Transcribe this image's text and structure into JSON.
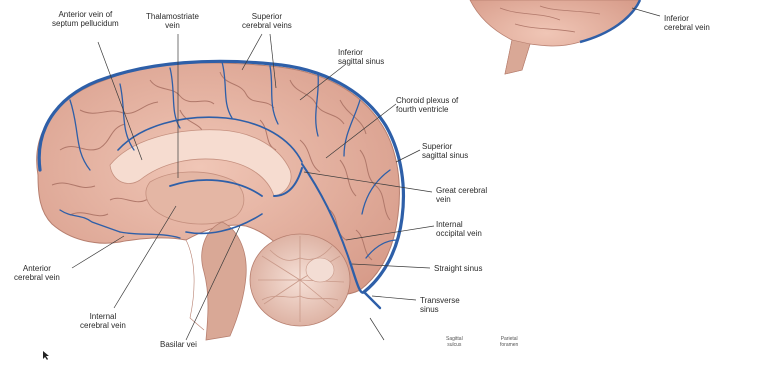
{
  "labels": {
    "anterior_vein_septum": "Anterior vein of\nseptum pellucidum",
    "thalamostriate_vein": "Thalamostriate\nvein",
    "superior_cerebral_veins": "Superior\ncerebral veins",
    "inferior_sagittal_sinus": "Inferior\nsagittal sinus",
    "choroid_plexus": "Choroid plexus of\nfourth ventricle",
    "superior_sagittal_sinus": "Superior\nsagittal sinus",
    "great_cerebral_vein": "Great cerebral\nvein",
    "internal_occipital_vein": "Internal\noccipital vein",
    "straight_sinus": "Straight sinus",
    "transverse_sinus": "Transverse\nsinus",
    "anterior_cerebral_vein": "Anterior\ncerebral vein",
    "internal_cerebral_vein": "Internal\ncerebral vein",
    "basilar_vein": "Basilar vei",
    "inferior_cerebral_vein": "Inferior\ncerebral vein",
    "tiny_sagittal": "Sagittal\nsulcus",
    "tiny_parietal": "Parietal\nforamen"
  },
  "colors": {
    "brain": "#e8b4a4",
    "brain_dark": "#c98c7c",
    "vessel": "#2e5fa8",
    "cerebellum": "#f1d3c7",
    "brainstem": "#d9a896"
  }
}
